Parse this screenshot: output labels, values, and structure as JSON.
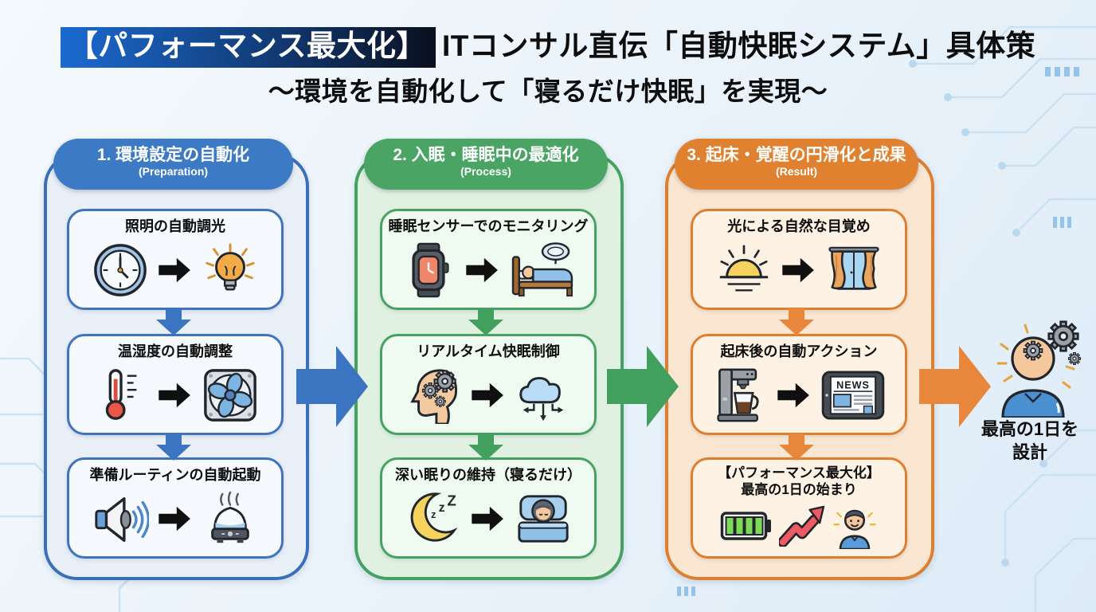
{
  "title": {
    "badge": "【パフォーマンス最大化】",
    "main": "ITコンサル直伝「自動快眠システム」具体策",
    "subtitle": "～環境を自動化して「寝るだけ快眠」を実現～"
  },
  "columns": [
    {
      "header": "1. 環境設定の自動化",
      "header_en": "(Preparation)",
      "accent": "#3d7ac6",
      "boxes": [
        {
          "title": "照明の自動調光",
          "icon_left": "clock-icon",
          "icon_right": "lightbulb-icon"
        },
        {
          "title": "温湿度の自動調整",
          "icon_left": "thermometer-icon",
          "icon_right": "fan-icon"
        },
        {
          "title": "準備ルーティンの自動起動",
          "icon_left": "speaker-icon",
          "icon_right": "aroma-diffuser-icon"
        }
      ]
    },
    {
      "header": "2. 入眠・睡眠中の最適化",
      "header_en": "(Process)",
      "accent": "#4aa564",
      "boxes": [
        {
          "title": "睡眠センサーでのモニタリング",
          "icon_left": "smartwatch-icon",
          "icon_right": "sleep-monitoring-bed-icon"
        },
        {
          "title": "リアルタイム快眠制御",
          "icon_left": "head-gears-icon",
          "icon_right": "cloud-control-icon"
        },
        {
          "title": "深い眠りの維持（寝るだけ）",
          "icon_left": "moon-zzz-icon",
          "icon_right": "sleeping-person-icon"
        }
      ]
    },
    {
      "header": "3. 起床・覚醒の円滑化と成果",
      "header_en": "(Result)",
      "accent": "#e0812f",
      "boxes": [
        {
          "title": "光による自然な目覚め",
          "icon_left": "sunrise-icon",
          "icon_right": "curtains-window-icon"
        },
        {
          "title": "起床後の自動アクション",
          "icon_left": "coffee-maker-icon",
          "icon_right": "news-tablet-icon"
        },
        {
          "title": "【パフォーマンス最大化】",
          "title2": "最高の1日の始まり",
          "icon_left": "battery-full-icon",
          "icon_mid": "rising-arrow-icon",
          "icon_right": "happy-person-icon"
        }
      ]
    }
  ],
  "output": {
    "line1": "最高の1日を",
    "line2": "設計",
    "icon": "design-day-person-icon"
  },
  "tablet_text": "NEWS",
  "colors": {
    "column1": "#3d7ac6",
    "column2": "#4aa564",
    "column3": "#e0812f",
    "arrow1": "#3b74c0",
    "arrow2": "#42a05e",
    "arrow3": "#e8863c",
    "badge_gradient_start": "#1b6ad1",
    "badge_gradient_end": "#0a0f1e",
    "background": "#eaf3fa",
    "circuit_trace": "#c9e1f3"
  }
}
